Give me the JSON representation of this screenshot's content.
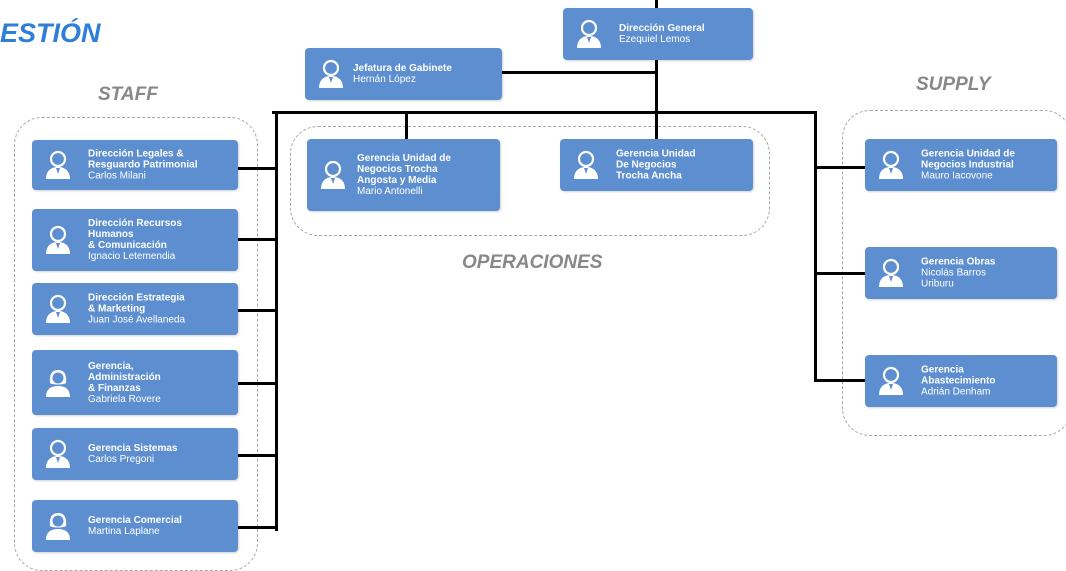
{
  "header": {
    "partial_title": "ESTIÓN"
  },
  "groups": {
    "staff": "STAFF",
    "supply": "SUPPLY",
    "operaciones": "OPERACIONES"
  },
  "colors": {
    "box": "#5d8fd0",
    "accent": "#2f7fd8",
    "group_label": "#888888"
  },
  "icons": {
    "male": "person-male-icon",
    "female": "person-female-icon"
  },
  "nodes": [
    {
      "title": "Dirección General",
      "person": "Ezequiel Lemos",
      "icon": "male"
    },
    {
      "title": "Jefatura de Gabinete",
      "person": "Hernán López",
      "icon": "male"
    },
    {
      "title": "Dirección Legales &\nResguardo Patrimonial",
      "person": "Carlos Milani",
      "icon": "male"
    },
    {
      "title": "Dirección Recursos\nHumanos\n& Comunicación",
      "person": "Ignacio Letemendia",
      "icon": "male"
    },
    {
      "title": "Dirección Estrategia\n& Marketing",
      "person": "Juan José Avellaneda",
      "icon": "male"
    },
    {
      "title": "Gerencia,\nAdministración\n & Finanzas",
      "person": "Gabriela Rovere",
      "icon": "female"
    },
    {
      "title": "Gerencia Sistemas",
      "person": "Carlos Pregoni",
      "icon": "male"
    },
    {
      "title": "Gerencia Comercial",
      "person": "Martina Laplane",
      "icon": "female"
    },
    {
      "title": "Gerencia Unidad de\nNegocios Trocha\nAngosta y Media",
      "person": "Mario Antonelli",
      "icon": "male"
    },
    {
      "title": "Gerencia Unidad\nDe Negocios\nTrocha Ancha",
      "person": "",
      "icon": "male"
    },
    {
      "title": "Gerencia Unidad de\nNegocios Industrial",
      "person": "Mauro Iacovone",
      "icon": "male"
    },
    {
      "title": "Gerencia Obras",
      "person": "Nicolás Barros\nUriburu",
      "icon": "male"
    },
    {
      "title": "Gerencia\nAbastecimiento",
      "person": "Adrián Denham",
      "icon": "male"
    }
  ]
}
